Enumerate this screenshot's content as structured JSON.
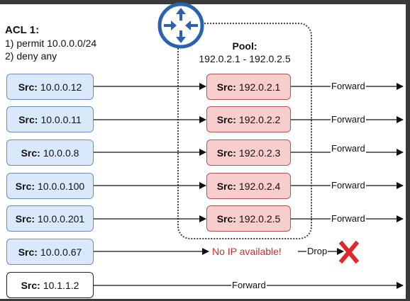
{
  "acl": {
    "title": "ACL 1:",
    "rules": [
      "1) permit 10.0.0.0/24",
      "2) deny any"
    ]
  },
  "pool": {
    "title": "Pool:",
    "range": "192.0.2.1 - 192.0.2.5"
  },
  "src_prefix": "Src:",
  "flows": [
    {
      "src": "10.0.0.12",
      "nat": "192.0.2.1",
      "action": "Forward"
    },
    {
      "src": "10.0.0.11",
      "nat": "192.0.2.2",
      "action": "Forward"
    },
    {
      "src": "10.0.0.8",
      "nat": "192.0.2.3",
      "action": "Forward"
    },
    {
      "src": "10.0.0.100",
      "nat": "192.0.2.4",
      "action": "Forward"
    },
    {
      "src": "10.0.0.201",
      "nat": "192.0.2.5",
      "action": "Forward"
    },
    {
      "src": "10.0.0.67",
      "nat": "",
      "action": "Drop"
    },
    {
      "src": "10.1.1.2",
      "nat": "",
      "action": "Forward"
    }
  ],
  "no_ip_text": "No IP available!",
  "colors": {
    "src_fill": "#dae8fc",
    "src_stroke": "#6c8ebf",
    "nat_fill": "#f8cecc",
    "nat_stroke": "#b85450",
    "router": "#2b62b0",
    "drop": "#e0282b"
  },
  "icons": {
    "router": "router-icon",
    "drop": "x-mark-icon"
  }
}
